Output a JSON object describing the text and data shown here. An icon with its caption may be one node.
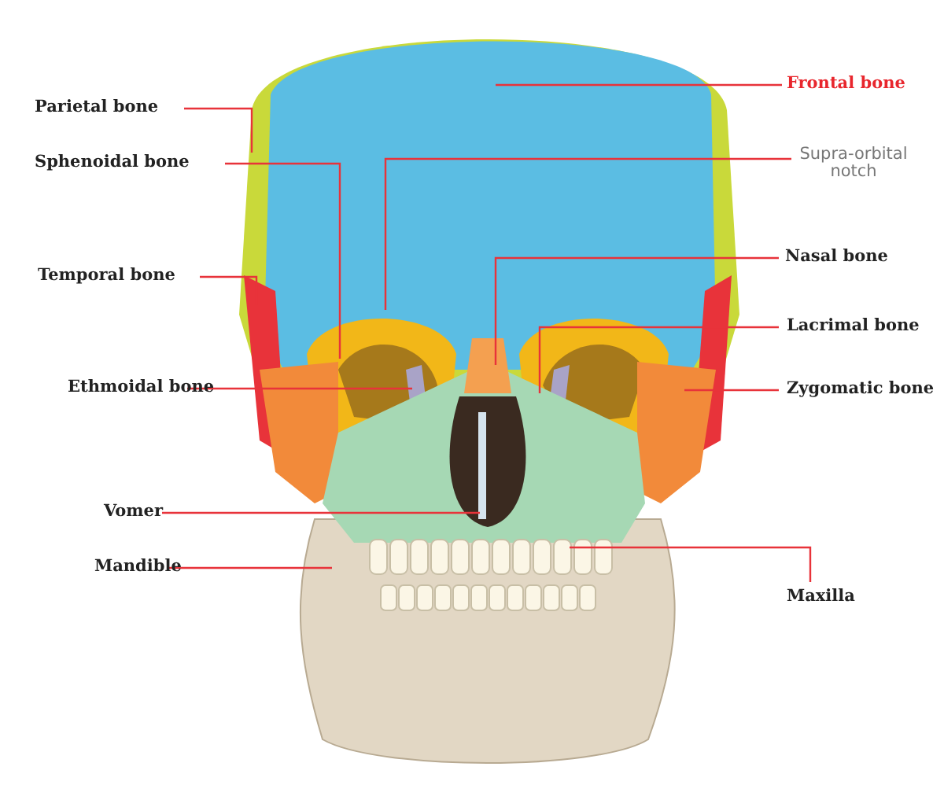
{
  "diagram": {
    "nodes": [
      {
        "text": [
          "Parietal bone"
        ]
      },
      {
        "text": [
          "Frontal bone"
        ]
      },
      {
        "text": [
          "Sphenoidal bone"
        ]
      },
      {
        "text": [
          "Supra-orbital notch"
        ]
      },
      {
        "text": [
          "Temporal bone"
        ]
      },
      {
        "text": [
          "Nasal bone"
        ]
      },
      {
        "text": [
          "Lacrimal bone"
        ]
      },
      {
        "text": [
          "Ethmoidal bone"
        ]
      },
      {
        "text": [
          "Zygomatic bone"
        ]
      },
      {
        "text": [
          "Vomer"
        ]
      },
      {
        "text": [
          "Mandible"
        ]
      },
      {
        "text": [
          "Maxilla"
        ]
      }
    ],
    "edges": [
      {
        "from": 0,
        "to": null,
        "arrow": "none"
      },
      {
        "from": 1,
        "to": null,
        "arrow": "none"
      },
      {
        "from": 2,
        "to": null,
        "arrow": "none"
      },
      {
        "from": 3,
        "to": null,
        "arrow": "none"
      },
      {
        "from": 4,
        "to": null,
        "arrow": "none"
      },
      {
        "from": 5,
        "to": null,
        "arrow": "none"
      },
      {
        "from": 6,
        "to": null,
        "arrow": "none"
      },
      {
        "from": 7,
        "to": null,
        "arrow": "none"
      },
      {
        "from": 8,
        "to": null,
        "arrow": "none"
      },
      {
        "from": 9,
        "to": null,
        "arrow": "none"
      },
      {
        "from": 10,
        "to": null,
        "arrow": "none"
      },
      {
        "from": 11,
        "to": null,
        "arrow": "none"
      }
    ]
  }
}
